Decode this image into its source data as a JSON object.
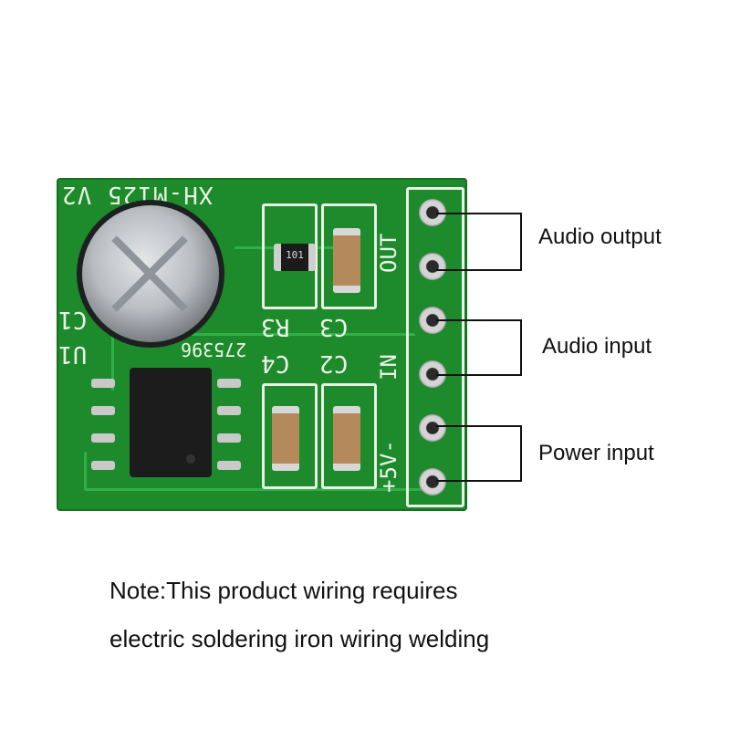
{
  "silkscreen": {
    "model": "XH-M125 V2",
    "serial": "275396",
    "c1": "C1",
    "u1": "U1",
    "r3": "R3",
    "c3": "C3",
    "c4": "C4",
    "c2": "C2",
    "out": "OUT",
    "in": "IN",
    "power": "+5V-",
    "resistor_code": "101"
  },
  "labels": {
    "audio_output": "Audio output",
    "audio_input": "Audio input",
    "power_input": "Power input"
  },
  "note": {
    "line1": "Note:This product wiring requires",
    "line2": "electric soldering iron wiring welding"
  },
  "colors": {
    "pcb_green": "#1d8a2c",
    "silkscreen": "#eef5ea"
  }
}
